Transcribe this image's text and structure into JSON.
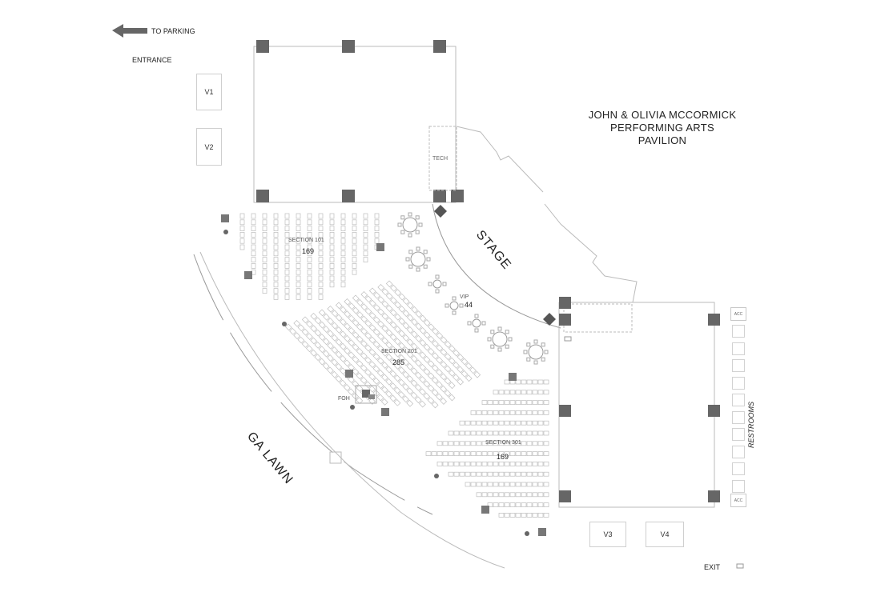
{
  "venue": {
    "title_lines": [
      "JOHN & OLIVIA MCCORMICK",
      "PERFORMING ARTS",
      "PAVILION"
    ]
  },
  "labels": {
    "to_parking": "TO PARKING",
    "entrance": "ENTRANCE",
    "stage": "STAGE",
    "tech": "TECH",
    "ga_lawn": "GA LAWN",
    "restrooms": "RESTROOMS",
    "exit": "EXIT",
    "foh": "FOH",
    "vip": "VIP",
    "vip_count": "44"
  },
  "vendor_booths": [
    "V1",
    "V2",
    "V3",
    "V4"
  ],
  "sections": [
    {
      "name": "SECTION 101",
      "count": "169"
    },
    {
      "name": "SECTION 201",
      "count": "285"
    },
    {
      "name": "SECTION 301",
      "count": "169"
    }
  ],
  "vip_tables": [
    "1-8",
    "2-8",
    "3-4",
    "4-4",
    "5-4",
    "6-8",
    "7-8"
  ],
  "accessible_label": "ACC",
  "icons": {
    "arrow": "arrow-left-icon",
    "accessible": "wheelchair-icon",
    "camera": "camera-icon"
  }
}
